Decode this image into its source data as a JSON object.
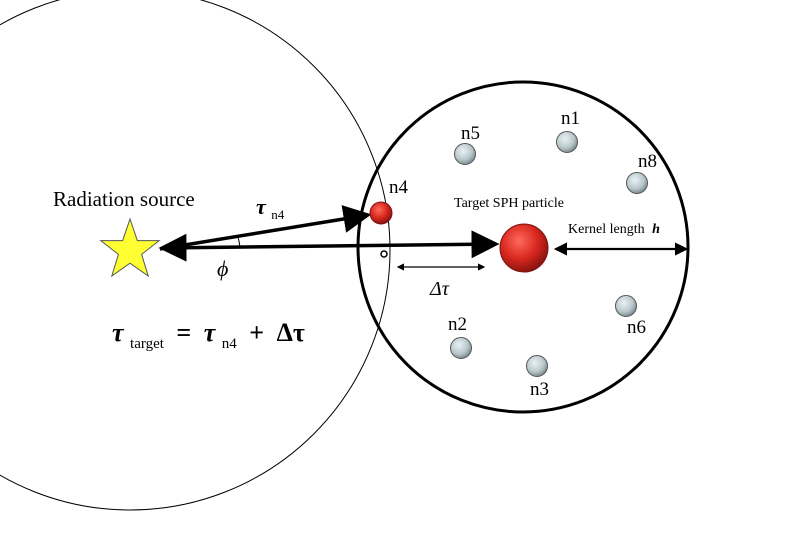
{
  "labels": {
    "source": "Radiation source",
    "target": "Target SPH particle",
    "kernel_prefix": "Kernel length",
    "kernel_var": "h",
    "tau": "τ",
    "tau_sub_n4": "n4",
    "phi": "ϕ",
    "delta_tau": "Δτ",
    "eq_tau": "τ",
    "eq_target_sub": "target",
    "eq_equals": "=",
    "eq_tau2": "τ",
    "eq_n4_sub": "n4",
    "eq_plus": "+",
    "eq_delta_tau": "Δτ"
  },
  "neighbors": {
    "n1": "n1",
    "n2": "n2",
    "n3": "n3",
    "n4": "n4",
    "n5": "n5",
    "n6": "n6",
    "n8": "n8"
  },
  "colors": {
    "star_fill": "#ffff33",
    "particle_red": "#d7261e",
    "neighbor_gray": "#b9c8cc",
    "line": "#000000"
  }
}
